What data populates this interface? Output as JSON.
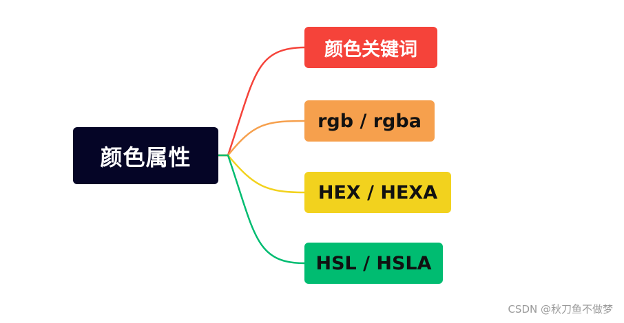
{
  "root": {
    "label": "颜色属性",
    "color": "#050526"
  },
  "branches": [
    {
      "label": "颜色关键词",
      "color": "#f5433a"
    },
    {
      "label": "rgb / rgba",
      "color": "#f6a04d"
    },
    {
      "label": "HEX / HEXA",
      "color": "#f2d21e"
    },
    {
      "label": "HSL / HSLA",
      "color": "#00bc71"
    }
  ],
  "watermark": "CSDN @秋刀鱼不做梦"
}
